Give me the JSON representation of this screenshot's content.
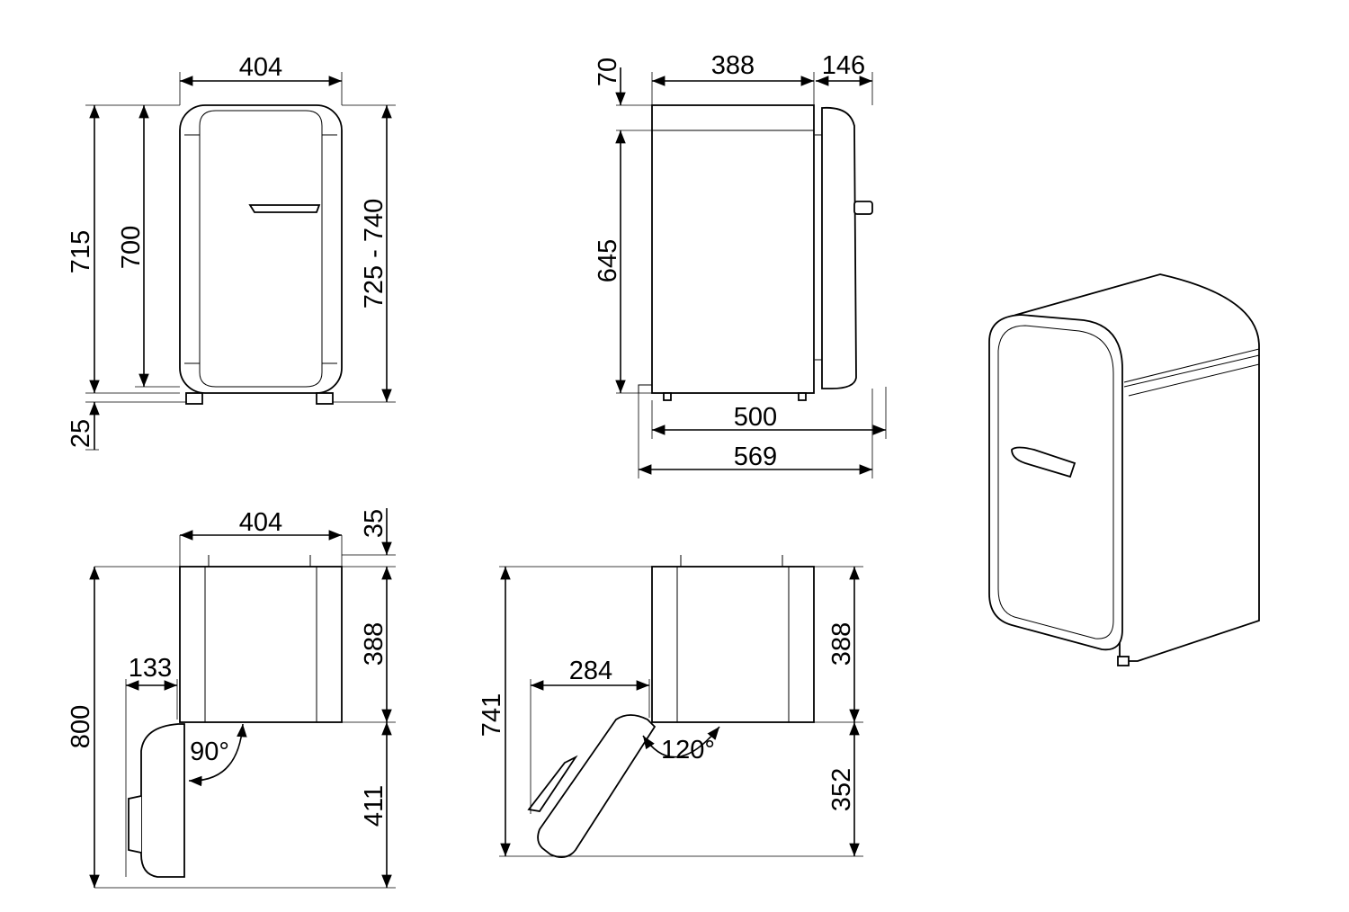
{
  "front_view": {
    "width": "404",
    "height_total": "715",
    "height_body": "700",
    "height_adjustable": "725 - 740",
    "feet": "25"
  },
  "side_view": {
    "top": "70",
    "depth_body": "388",
    "door_depth": "146",
    "height": "645",
    "depth_base": "500",
    "depth_total": "569"
  },
  "top_view_90": {
    "width": "404",
    "rear_clearance": "35",
    "depth": "388",
    "door_offset": "133",
    "angle": "90°",
    "total_depth": "800",
    "door_swing": "411"
  },
  "top_view_120": {
    "door_offset": "284",
    "total_depth": "741",
    "depth": "388",
    "door_swing": "352",
    "angle": "120°"
  }
}
